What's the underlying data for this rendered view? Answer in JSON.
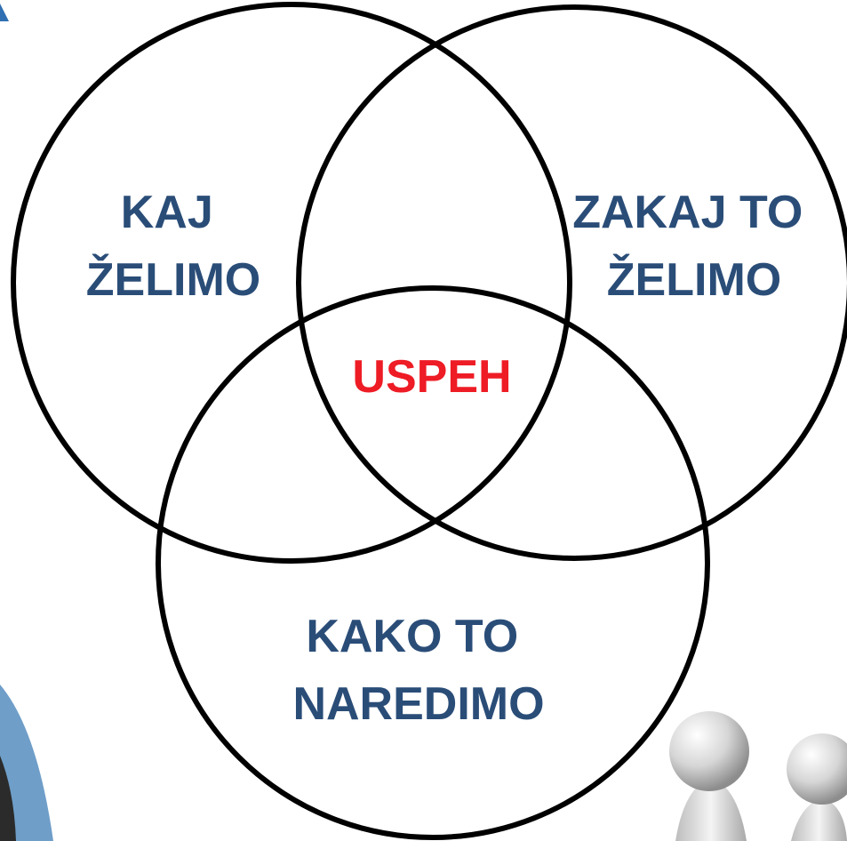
{
  "colors": {
    "label": "#2a4d78",
    "center_label": "#ee1c25",
    "outline": "#000000",
    "decor_blue": "#6f9ec9",
    "decor_dark": "#2b2b2b"
  },
  "diagram": {
    "type": "venn",
    "sets": [
      {
        "id": "left",
        "line1": "KAJ",
        "line2": "ŽELIMO"
      },
      {
        "id": "right",
        "line1": "ZAKAJ TO",
        "line2": "ŽELIMO"
      },
      {
        "id": "bottom",
        "line1": "KAKO TO",
        "line2": "NAREDIMO"
      }
    ],
    "intersection": "USPEH"
  },
  "icons": {
    "corner_tab": "blue-corner-tab-icon",
    "arc": "blue-arc-decoration-icon",
    "figures": "3d-people-figures-icon"
  }
}
